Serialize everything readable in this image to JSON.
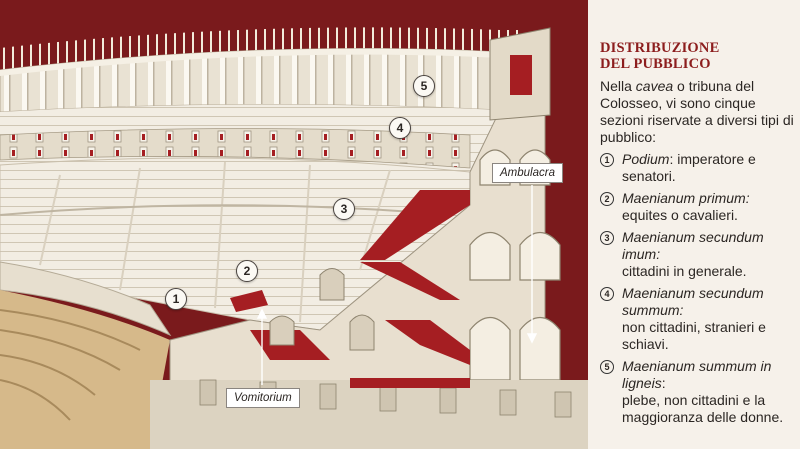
{
  "panel": {
    "title_line1": "DISTRIBUZIONE",
    "title_line2": "DEL PUBBLICO",
    "intro_before": "Nella ",
    "intro_italic": "cavea",
    "intro_after": " o tribuna del Colosseo, vi sono cinque sezioni riservate a diversi tipi di pubblico:",
    "sections": [
      {
        "number": "1",
        "name": "Podium",
        "sep": ":",
        "description": " imperatore e senatori."
      },
      {
        "number": "2",
        "name": "Maenianum primum:",
        "sep": "",
        "description": "equites o cavalieri."
      },
      {
        "number": "3",
        "name": "Maenianum secundum imum:",
        "sep": "",
        "description": "cittadini in generale."
      },
      {
        "number": "4",
        "name": "Maenianum secundum summum:",
        "sep": "",
        "description": "non cittadini, stranieri e schiavi."
      },
      {
        "number": "5",
        "name": "Maenianum summum in ligneis",
        "sep": ":",
        "description": "plebe, non cittadini e la maggioranza delle donne."
      }
    ]
  },
  "diagram": {
    "markers": [
      "1",
      "2",
      "3",
      "4",
      "5"
    ],
    "callout_ambulacra": "Ambulacra",
    "callout_vomitorium": "Vomitorium"
  },
  "colors": {
    "background_red": "#7a1a1c",
    "accent_red": "#8c1d1d",
    "seat_red": "#a51e22",
    "stone": "#efe9dc",
    "sand": "#d6b98a"
  }
}
